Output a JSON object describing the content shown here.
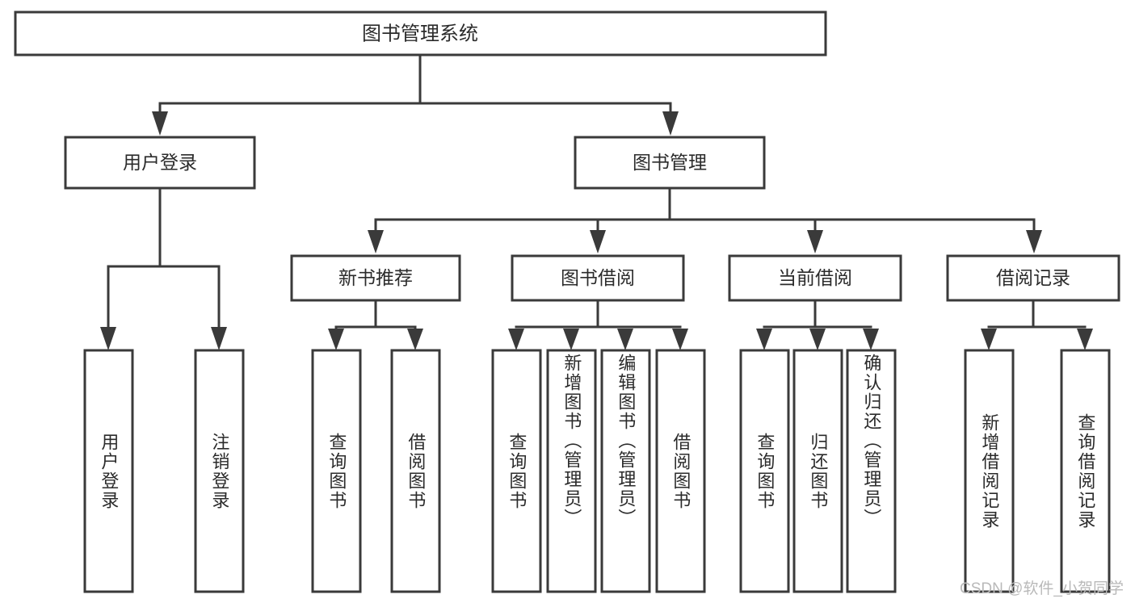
{
  "diagram": {
    "type": "tree",
    "title": "图书管理系统",
    "watermark": "CSDN @软件_小贺同学",
    "colors": {
      "stroke": "#3a3a3a",
      "fill": "#ffffff",
      "text": "#2b2b2b",
      "watermark": "#b9b9b9"
    },
    "root": {
      "label": "图书管理系统"
    },
    "level2": [
      {
        "label": "用户登录"
      },
      {
        "label": "图书管理"
      }
    ],
    "level3": [
      {
        "label": "新书推荐"
      },
      {
        "label": "图书借阅"
      },
      {
        "label": "当前借阅"
      },
      {
        "label": "借阅记录"
      }
    ],
    "leaves": {
      "user_login": [
        {
          "label": "用户登录"
        },
        {
          "label": "注销登录"
        }
      ],
      "new_book_recommend": [
        {
          "label": "查询图书"
        },
        {
          "label": "借阅图书"
        }
      ],
      "book_borrow": [
        {
          "label": "查询图书"
        },
        {
          "label": "新增图书（管理员）"
        },
        {
          "label": "编辑图书（管理员）"
        },
        {
          "label": "借阅图书"
        }
      ],
      "current_borrow": [
        {
          "label": "查询图书"
        },
        {
          "label": "归还图书"
        },
        {
          "label": "确认归还（管理员）"
        }
      ],
      "borrow_records": [
        {
          "label": "新增借阅记录"
        },
        {
          "label": "查询借阅记录"
        }
      ]
    }
  }
}
